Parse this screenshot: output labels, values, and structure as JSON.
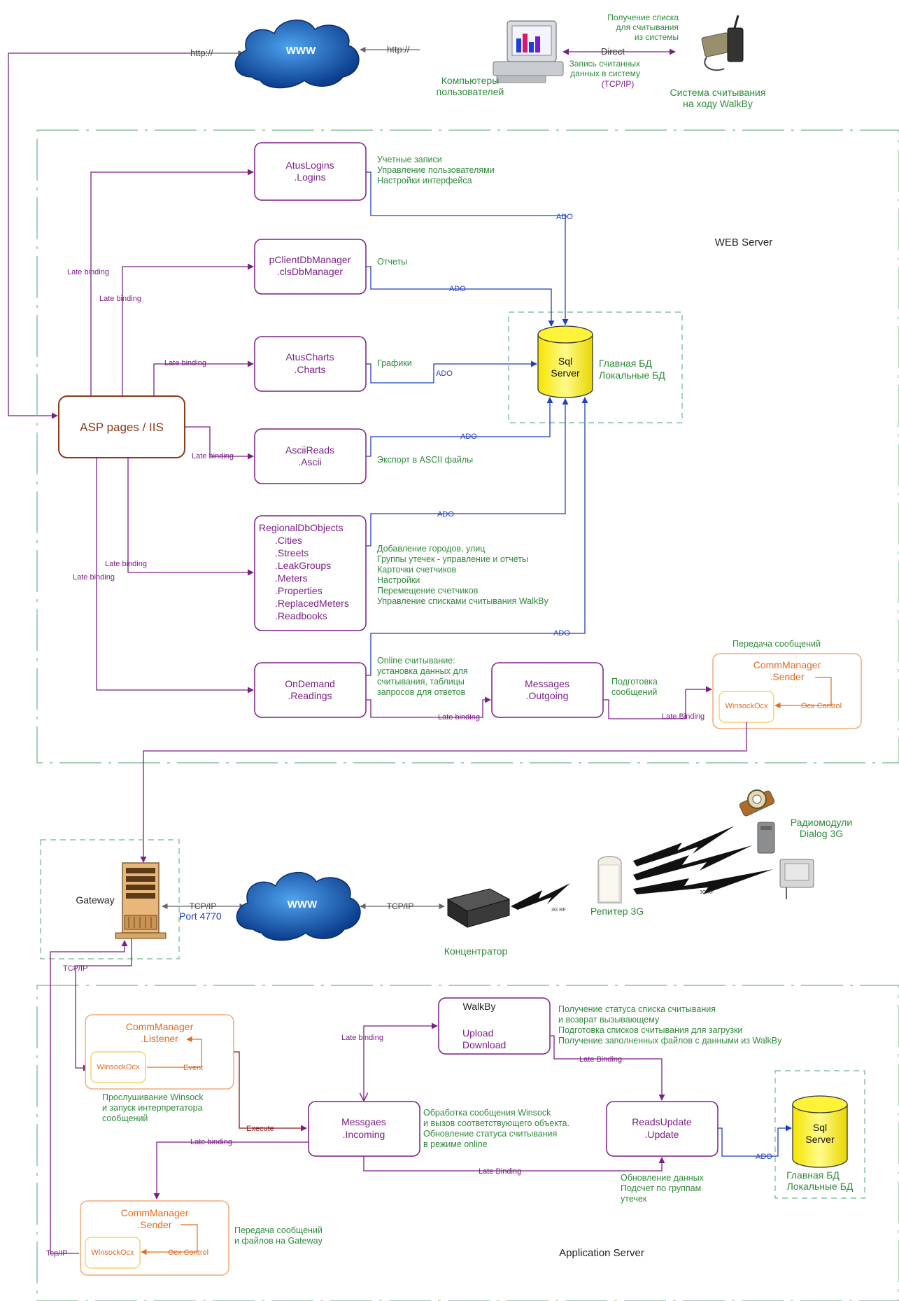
{
  "top": {
    "www_label": "WWW",
    "http_left": "http://",
    "http_right": "http://",
    "users_label": [
      "Компьютеры",
      "пользователей"
    ],
    "direct_label": "Direct",
    "get_list_note": [
      "Получение списка",
      "для считывания",
      "из системы"
    ],
    "write_note": [
      "Запись считанных",
      "данных в систему",
      "(TCP/IP)"
    ],
    "walkby_system_label": [
      "Система считывания",
      "на ходу WalkBy"
    ]
  },
  "web_server": {
    "title": "WEB Server",
    "asp_label": "ASP pages / IIS",
    "modules": {
      "logins": [
        "AtusLogins",
        ".Logins"
      ],
      "dbmanager": [
        "pClientDbManager",
        ".clsDbManager"
      ],
      "charts": [
        "AtusCharts",
        ".Charts"
      ],
      "ascii": [
        "AsciiReads",
        ".Ascii"
      ],
      "regional": [
        "RegionalDbObjects",
        ".Cities",
        ".Streets",
        ".LeakGroups",
        ".Meters",
        ".Properties",
        ".ReplacedMeters",
        ".Readbooks"
      ],
      "ondemand": [
        "OnDemand",
        ".Readings"
      ],
      "msg_outgoing": [
        "Messages",
        ".Outgoing"
      ]
    },
    "notes": {
      "logins": [
        "Учетные записи",
        "Управление пользователями",
        "Настройки интерфейса"
      ],
      "dbmanager": [
        "Отчеты"
      ],
      "charts": [
        "Графики"
      ],
      "ascii": [
        "Экспорт в ASCII файлы"
      ],
      "regional": [
        "Добавление городов, улиц",
        "Группы утечек - управление и отчеты",
        "Карточки счетчиков",
        "Настройки",
        "Перемещение счетчиков",
        "Управление списками считывания WalkBy"
      ],
      "ondemand": [
        "Online считывание:",
        "установка данных для",
        "считывания, таблицы",
        "запросов для ответов"
      ],
      "outgoing": [
        "Подготовка",
        "сообщений"
      ],
      "send_title": "Передача сообщений"
    },
    "sql_label": [
      "Sql",
      "Server"
    ],
    "db_label": [
      "Главная БД",
      "Локальные БД"
    ],
    "commsender": {
      "title": [
        "CommManager",
        ".Sender"
      ],
      "winsock": "WinsockOcx",
      "ocx": "Ocx Control"
    },
    "late_binding": "Late binding",
    "late_binding_cap": "Late Binding",
    "ado": "ADO"
  },
  "middle": {
    "gateway_label": "Gateway",
    "tcpip": "TCP/IP",
    "port": "Port 4770",
    "www_label": "WWW",
    "tcpip_right": "TCP/IP",
    "concentrator_label": "Концентратор",
    "repeater_label": "Репитер 3G",
    "radio_label": [
      "Радиомодули",
      "Dialog 3G"
    ],
    "rf_small": "3G RF",
    "tcpip_down": "TCP/IP"
  },
  "app_server": {
    "title": "Application Server",
    "listener": {
      "title": [
        "CommManager",
        ".Listener"
      ],
      "winsock": "WinsockOcx",
      "event": "Event"
    },
    "listener_note": [
      "Прослушивание Winsock",
      "и запуск интерпретатора",
      "сообщений"
    ],
    "execute": "Execute",
    "incoming": [
      "Messgaes",
      ".Incoming"
    ],
    "incoming_note": [
      "Обработка сообщения Winsock",
      "и вызов соответствующего объекта.",
      "Обновление статуса считывания",
      "в режиме online"
    ],
    "walkby": [
      "WalkBy",
      "Upload",
      "Download"
    ],
    "walkby_note": [
      "Получение статуса списка считывания",
      "и возврат вызывающему",
      "Подготовка списков считывания для загрузки",
      "Получение заполненных файлов с данными из WalkBy"
    ],
    "readsupdate": [
      "ReadsUpdate",
      ".Update"
    ],
    "readsupdate_note": [
      "Обновление данных",
      "Подсчет по группам",
      "утечек"
    ],
    "sql_label": [
      "Sql",
      "Server"
    ],
    "db_label": [
      "Главная БД",
      "Локальные БД"
    ],
    "sender": {
      "title": [
        "CommManager",
        ".Sender"
      ],
      "winsock": "WinsockOcx",
      "ocx": "Ocx Control"
    },
    "sender_note": [
      "Передача сообщений",
      "и файлов на Gateway"
    ],
    "tcpip_small": "Tcp/IP",
    "late_binding": "Late binding",
    "late_binding_cap": "Late Binding",
    "ado": "ADO"
  },
  "colors": {
    "purple": "#7b1f86",
    "green": "#2e8b3a",
    "blue": "#1f3fbf",
    "orange": "#e56a1e",
    "asp_border": "#8b3a1a",
    "sql_fill": "#fff21a"
  }
}
